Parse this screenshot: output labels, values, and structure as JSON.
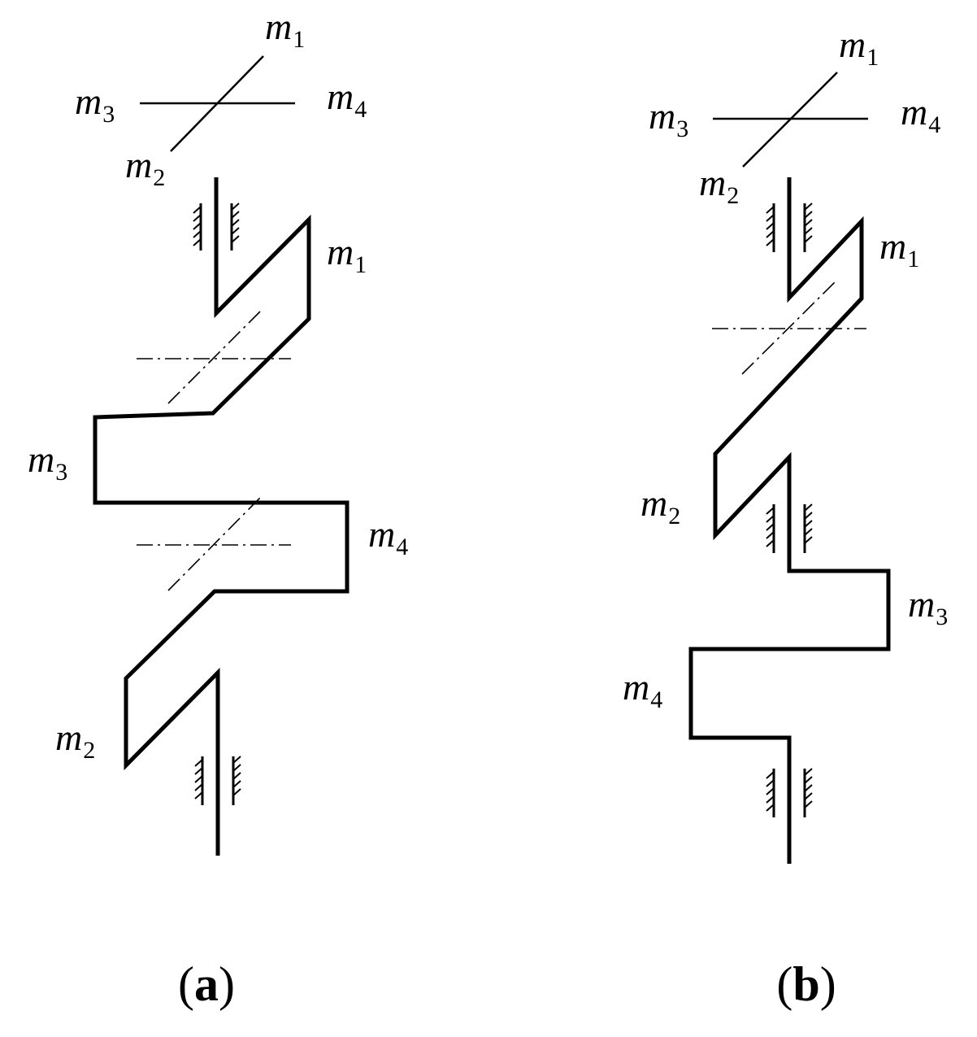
{
  "panels": [
    {
      "id": "a",
      "caption": {
        "open": "(",
        "letter": "a",
        "close": ")"
      },
      "legend": {
        "top": {
          "base": "m",
          "sub": "1"
        },
        "bottom": {
          "base": "m",
          "sub": "2"
        },
        "left": {
          "base": "m",
          "sub": "3"
        },
        "right": {
          "base": "m",
          "sub": "4"
        }
      },
      "throws": [
        {
          "base": "m",
          "sub": "1"
        },
        {
          "base": "m",
          "sub": "3"
        },
        {
          "base": "m",
          "sub": "4"
        },
        {
          "base": "m",
          "sub": "2"
        }
      ]
    },
    {
      "id": "b",
      "caption": {
        "open": "(",
        "letter": "b",
        "close": ")"
      },
      "legend": {
        "top": {
          "base": "m",
          "sub": "1"
        },
        "bottom": {
          "base": "m",
          "sub": "2"
        },
        "left": {
          "base": "m",
          "sub": "3"
        },
        "right": {
          "base": "m",
          "sub": "4"
        }
      },
      "throws": [
        {
          "base": "m",
          "sub": "1"
        },
        {
          "base": "m",
          "sub": "2"
        },
        {
          "base": "m",
          "sub": "3"
        },
        {
          "base": "m",
          "sub": "4"
        }
      ]
    }
  ]
}
